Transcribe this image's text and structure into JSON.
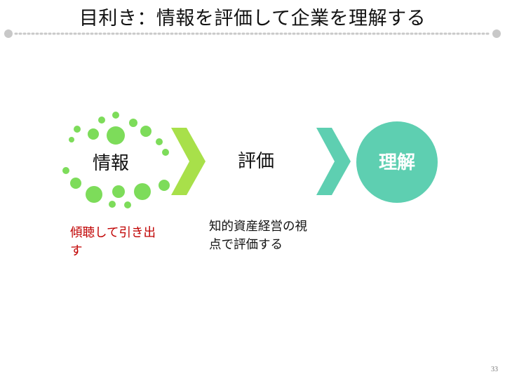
{
  "title": "目利き：情報を評価して企業を理解する",
  "colors": {
    "green_dots": "#7ddc5a",
    "teal": "#5ecfb1",
    "lime_arrow": "#a8e04a",
    "accent_red": "#c00000",
    "divider": "#c8c8c8"
  },
  "diagram": {
    "stage1": "情報",
    "stage2": "評価",
    "stage3": "理解",
    "arrow1_icon": "chevron-right-icon",
    "arrow2_icon": "chevron-right-icon"
  },
  "notes": {
    "stage1_note": "傾聴して引き出す",
    "stage2_note": "知的資産経営の視点で評価する"
  },
  "page_number": "33"
}
